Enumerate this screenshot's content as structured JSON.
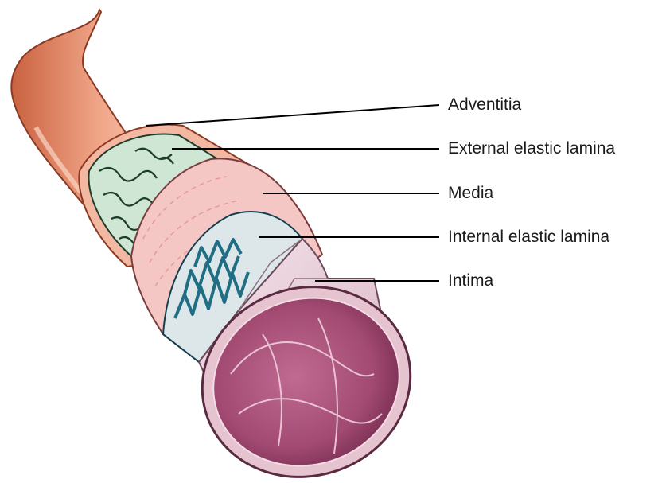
{
  "diagram": {
    "labels": [
      {
        "id": "adventitia",
        "text": "Adventitia"
      },
      {
        "id": "external-elastic-lamina",
        "text": "External elastic lamina"
      },
      {
        "id": "media",
        "text": "Media"
      },
      {
        "id": "internal-elastic-lamina",
        "text": "Internal elastic lamina"
      },
      {
        "id": "intima",
        "text": "Intima"
      }
    ],
    "colors": {
      "adventitia": "#e0896a",
      "external_elastic_lamina": "#cfe6d4",
      "media": "#f4c7c4",
      "internal_elastic_lamina": "#1f6e84",
      "intima": "#ead0db",
      "lumen": "#a14a72",
      "leader": "#000000"
    }
  }
}
